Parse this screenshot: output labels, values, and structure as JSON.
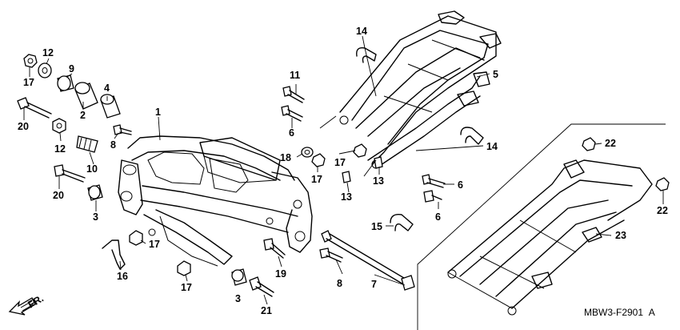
{
  "callouts": {
    "c1": "1",
    "c2": "2",
    "c3a": "3",
    "c3b": "3",
    "c4": "4",
    "c5": "5",
    "c6a": "6",
    "c6b": "6",
    "c6c": "6",
    "c7": "7",
    "c8a": "8",
    "c8b": "8",
    "c9": "9",
    "c10": "10",
    "c11": "11",
    "c12a": "12",
    "c12b": "12",
    "c13a": "13",
    "c13b": "13",
    "c14a": "14",
    "c14b": "14",
    "c15": "15",
    "c16": "16",
    "c17a": "17",
    "c17b": "17",
    "c17c": "17",
    "c17d": "17",
    "c17e": "17",
    "c18": "18",
    "c19": "19",
    "c20a": "20",
    "c20b": "20",
    "c21": "21",
    "c22a": "22",
    "c22b": "22",
    "c23": "23"
  },
  "front_indicator": {
    "label": "FR.",
    "icon": "front-arrow-icon"
  },
  "diagram_code": {
    "code": "MBW3-F2901",
    "suffix": "A"
  }
}
